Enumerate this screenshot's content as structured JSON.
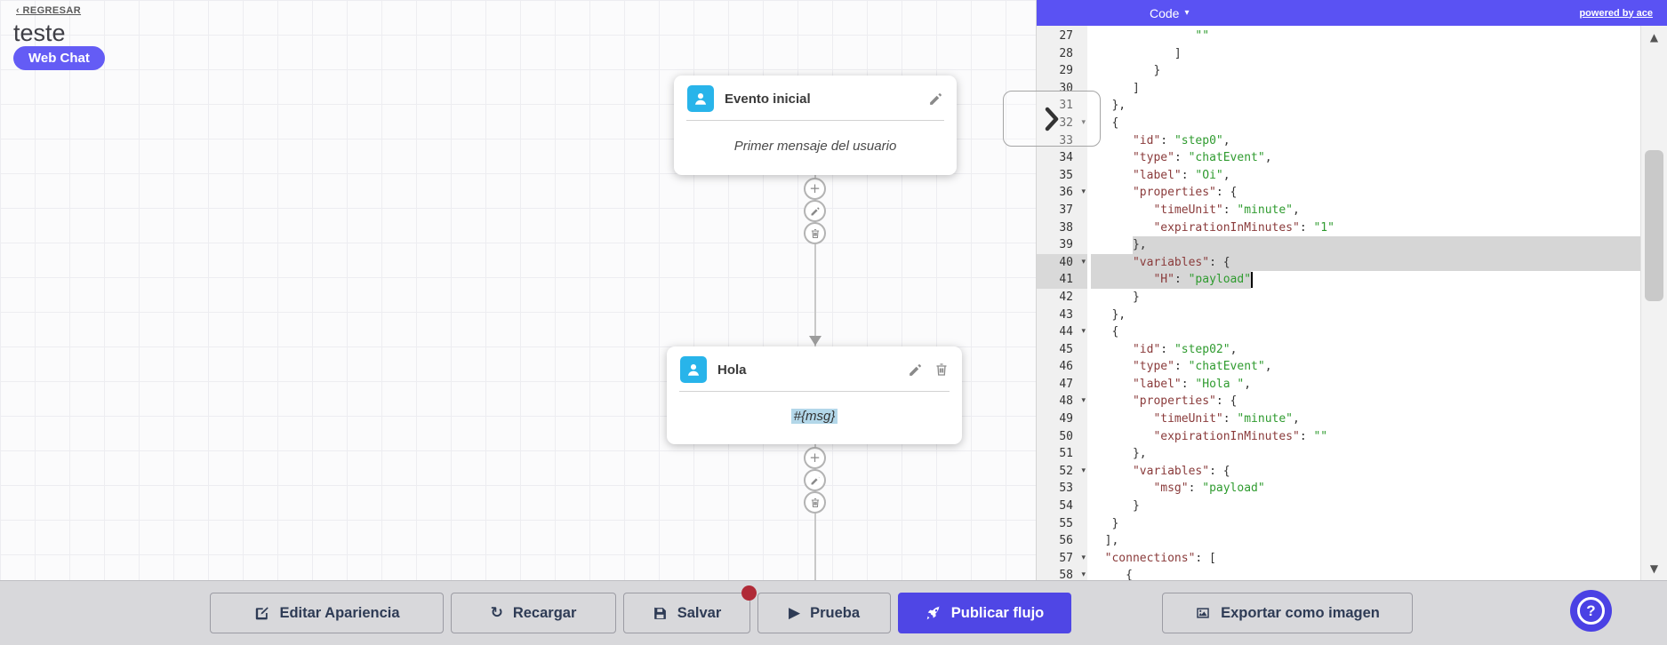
{
  "colors": {
    "accent": "#4f46e5",
    "panel_header": "#5a52f3",
    "badge": "#645cf5",
    "help": "#4a41e4",
    "avatar": "#28b4ea",
    "key": "#8a3b3b",
    "value": "#2f9b2f",
    "selection": "#d6d6d6",
    "badge_dot": "#b02a37"
  },
  "header": {
    "back_label": "‹ REGRESAR",
    "title": "teste",
    "badge": "Web Chat"
  },
  "canvas": {
    "nodes": [
      {
        "icon": "user-avatar",
        "title": "Evento inicial",
        "body": "Primer mensaje del usuario",
        "actions": [
          "edit"
        ]
      },
      {
        "icon": "user-avatar",
        "title": "Hola",
        "body": "#{msg}",
        "actions": [
          "edit",
          "delete"
        ]
      }
    ],
    "connector_actions": [
      "add",
      "edit",
      "delete"
    ]
  },
  "code_panel": {
    "title": "Code",
    "caret": "▾",
    "powered_by": "powered by ace",
    "first_line": 27,
    "fold_lines": [
      32,
      36,
      40,
      44,
      48,
      52,
      57,
      58
    ],
    "active_gutter_lines": [
      40,
      41
    ],
    "selection": {
      "39": {
        "type": "tail",
        "startCh": 6
      },
      "40": {
        "type": "full"
      },
      "41": {
        "type": "head",
        "endCh": 23,
        "cursor": true
      }
    },
    "lines": [
      {
        "n": 27,
        "segments": [
          [
            "p",
            "               "
          ],
          [
            "v",
            "\"\""
          ]
        ]
      },
      {
        "n": 28,
        "segments": [
          [
            "p",
            "            ]"
          ]
        ]
      },
      {
        "n": 29,
        "segments": [
          [
            "p",
            "         }"
          ]
        ]
      },
      {
        "n": 30,
        "segments": [
          [
            "p",
            "      ]"
          ]
        ]
      },
      {
        "n": 31,
        "segments": [
          [
            "p",
            "   },"
          ]
        ]
      },
      {
        "n": 32,
        "segments": [
          [
            "p",
            "   {"
          ]
        ]
      },
      {
        "n": 33,
        "segments": [
          [
            "p",
            "      "
          ],
          [
            "k",
            "\"id\""
          ],
          [
            "p",
            ": "
          ],
          [
            "v",
            "\"step0\""
          ],
          [
            "p",
            ","
          ]
        ]
      },
      {
        "n": 34,
        "segments": [
          [
            "p",
            "      "
          ],
          [
            "k",
            "\"type\""
          ],
          [
            "p",
            ": "
          ],
          [
            "v",
            "\"chatEvent\""
          ],
          [
            "p",
            ","
          ]
        ]
      },
      {
        "n": 35,
        "segments": [
          [
            "p",
            "      "
          ],
          [
            "k",
            "\"label\""
          ],
          [
            "p",
            ": "
          ],
          [
            "v",
            "\"Oi\""
          ],
          [
            "p",
            ","
          ]
        ]
      },
      {
        "n": 36,
        "segments": [
          [
            "p",
            "      "
          ],
          [
            "k",
            "\"properties\""
          ],
          [
            "p",
            ": {"
          ]
        ]
      },
      {
        "n": 37,
        "segments": [
          [
            "p",
            "         "
          ],
          [
            "k",
            "\"timeUnit\""
          ],
          [
            "p",
            ": "
          ],
          [
            "v",
            "\"minute\""
          ],
          [
            "p",
            ","
          ]
        ]
      },
      {
        "n": 38,
        "segments": [
          [
            "p",
            "         "
          ],
          [
            "k",
            "\"expirationInMinutes\""
          ],
          [
            "p",
            ": "
          ],
          [
            "v",
            "\"1\""
          ]
        ]
      },
      {
        "n": 39,
        "segments": [
          [
            "p",
            "      },"
          ]
        ]
      },
      {
        "n": 40,
        "segments": [
          [
            "p",
            "      "
          ],
          [
            "k",
            "\"variables\""
          ],
          [
            "p",
            ": {"
          ]
        ]
      },
      {
        "n": 41,
        "segments": [
          [
            "p",
            "         "
          ],
          [
            "k",
            "\"H\""
          ],
          [
            "p",
            ": "
          ],
          [
            "v",
            "\"payload\""
          ]
        ]
      },
      {
        "n": 42,
        "segments": [
          [
            "p",
            "      }"
          ]
        ]
      },
      {
        "n": 43,
        "segments": [
          [
            "p",
            "   },"
          ]
        ]
      },
      {
        "n": 44,
        "segments": [
          [
            "p",
            "   {"
          ]
        ]
      },
      {
        "n": 45,
        "segments": [
          [
            "p",
            "      "
          ],
          [
            "k",
            "\"id\""
          ],
          [
            "p",
            ": "
          ],
          [
            "v",
            "\"step02\""
          ],
          [
            "p",
            ","
          ]
        ]
      },
      {
        "n": 46,
        "segments": [
          [
            "p",
            "      "
          ],
          [
            "k",
            "\"type\""
          ],
          [
            "p",
            ": "
          ],
          [
            "v",
            "\"chatEvent\""
          ],
          [
            "p",
            ","
          ]
        ]
      },
      {
        "n": 47,
        "segments": [
          [
            "p",
            "      "
          ],
          [
            "k",
            "\"label\""
          ],
          [
            "p",
            ": "
          ],
          [
            "v",
            "\"Hola \""
          ],
          [
            "p",
            ","
          ]
        ]
      },
      {
        "n": 48,
        "segments": [
          [
            "p",
            "      "
          ],
          [
            "k",
            "\"properties\""
          ],
          [
            "p",
            ": {"
          ]
        ]
      },
      {
        "n": 49,
        "segments": [
          [
            "p",
            "         "
          ],
          [
            "k",
            "\"timeUnit\""
          ],
          [
            "p",
            ": "
          ],
          [
            "v",
            "\"minute\""
          ],
          [
            "p",
            ","
          ]
        ]
      },
      {
        "n": 50,
        "segments": [
          [
            "p",
            "         "
          ],
          [
            "k",
            "\"expirationInMinutes\""
          ],
          [
            "p",
            ": "
          ],
          [
            "v",
            "\"\""
          ]
        ]
      },
      {
        "n": 51,
        "segments": [
          [
            "p",
            "      },"
          ]
        ]
      },
      {
        "n": 52,
        "segments": [
          [
            "p",
            "      "
          ],
          [
            "k",
            "\"variables\""
          ],
          [
            "p",
            ": {"
          ]
        ]
      },
      {
        "n": 53,
        "segments": [
          [
            "p",
            "         "
          ],
          [
            "k",
            "\"msg\""
          ],
          [
            "p",
            ": "
          ],
          [
            "v",
            "\"payload\""
          ]
        ]
      },
      {
        "n": 54,
        "segments": [
          [
            "p",
            "      }"
          ]
        ]
      },
      {
        "n": 55,
        "segments": [
          [
            "p",
            "   }"
          ]
        ]
      },
      {
        "n": 56,
        "segments": [
          [
            "p",
            "  ],"
          ]
        ]
      },
      {
        "n": 57,
        "segments": [
          [
            "p",
            "  "
          ],
          [
            "k",
            "\"connections\""
          ],
          [
            "p",
            ": ["
          ]
        ]
      },
      {
        "n": 58,
        "segments": [
          [
            "p",
            "     {"
          ]
        ]
      }
    ]
  },
  "toolbar": {
    "buttons": [
      {
        "name": "edit-appearance-button",
        "label": "Editar Apariencia",
        "icon": "edit-square",
        "variant": "default"
      },
      {
        "name": "reload-button",
        "label": "Recargar",
        "icon": "refresh",
        "variant": "default"
      },
      {
        "name": "save-button",
        "label": "Salvar",
        "icon": "save",
        "variant": "default",
        "badge": true
      },
      {
        "name": "test-button",
        "label": "Prueba",
        "icon": "play",
        "variant": "default"
      },
      {
        "name": "publish-flow-button",
        "label": "Publicar flujo",
        "icon": "rocket",
        "variant": "primary"
      },
      {
        "name": "export-image-button",
        "label": "Exportar como imagen",
        "icon": "image",
        "variant": "default",
        "gap_before": true
      }
    ]
  },
  "help": {
    "label": "?"
  }
}
